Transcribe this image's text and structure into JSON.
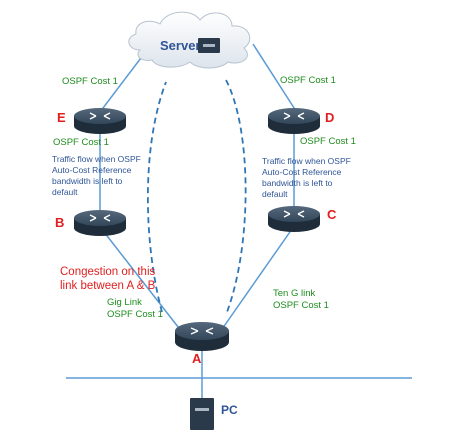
{
  "server": {
    "label": "Server"
  },
  "pc": {
    "label": "PC"
  },
  "routers": {
    "E": "E",
    "D": "D",
    "B": "B",
    "C": "C",
    "A": "A"
  },
  "links": {
    "server_e_cost": "OSPF Cost 1",
    "server_d_cost": "OSPF Cost 1",
    "e_b_cost": "OSPF Cost 1",
    "d_c_cost": "OSPF Cost 1",
    "ba_type": "Gig Link",
    "ba_cost": "OSPF Cost 1",
    "ca_type": "Ten G link",
    "ca_cost": "OSPF Cost 1"
  },
  "notes": {
    "left": [
      "Traffic flow when OSPF",
      "Auto-Cost Reference",
      "bandwidth is left to",
      "default"
    ],
    "right": [
      "Traffic flow when OSPF",
      "Auto-Cost Reference",
      "bandwidth is left to",
      "default"
    ],
    "congestion": [
      "Congestion on this",
      "link between A & B"
    ]
  },
  "colors": {
    "link": "#5b9bd5",
    "router_dark": "#2b3a4a",
    "note_blue": "#2f5597",
    "label_green": "#1e8c1e",
    "label_red": "#e02020"
  }
}
